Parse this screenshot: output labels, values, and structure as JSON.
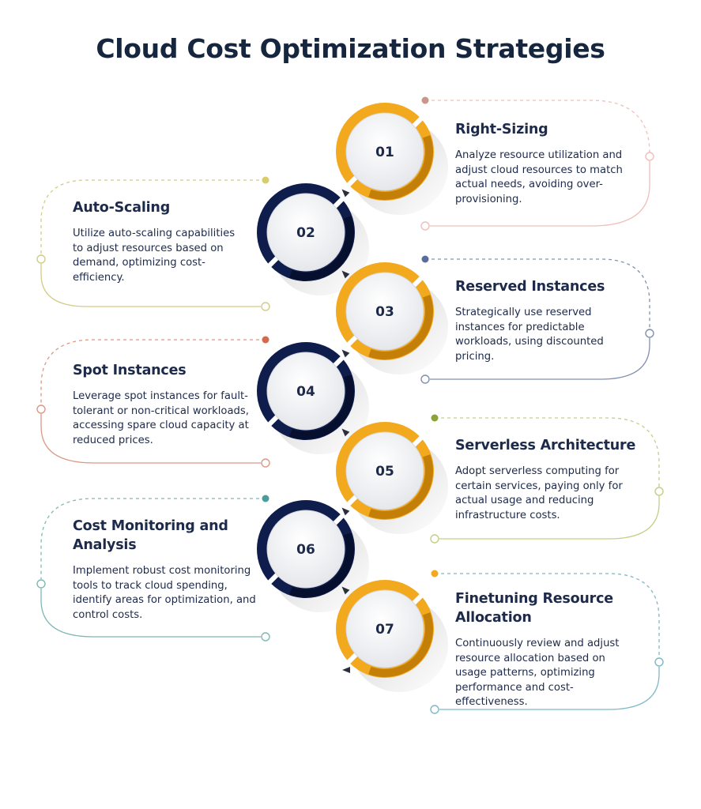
{
  "title": "Cloud Cost Optimization Strategies",
  "steps": [
    {
      "number": "01",
      "heading": "Right-Sizing",
      "text": "Analyze resource utilization and adjust cloud resources to match actual needs, avoiding over-provisioning.",
      "ring": "#f2a91e",
      "ring_dark": "#c47f08",
      "accent": "#c7978b",
      "line": "#efbfba"
    },
    {
      "number": "02",
      "heading": "Auto-Scaling",
      "text": "Utilize auto-scaling capabilities to adjust resources based on demand, optimizing cost-efficiency.",
      "ring": "#0f1d4c",
      "ring_dark": "#06102e",
      "accent": "#d9cd6a",
      "line": "#d3cb86"
    },
    {
      "number": "03",
      "heading": "Reserved Instances",
      "text": "Strategically use reserved instances for predictable workloads, using discounted pricing.",
      "ring": "#f2a91e",
      "ring_dark": "#c47f08",
      "accent": "#5a6d9a",
      "line": "#8090b2"
    },
    {
      "number": "04",
      "heading": "Spot Instances",
      "text": "Leverage spot instances for fault-tolerant or non-critical workloads, accessing spare cloud capacity at reduced prices.",
      "ring": "#0f1d4c",
      "ring_dark": "#06102e",
      "accent": "#d46a4c",
      "line": "#dc9886"
    },
    {
      "number": "05",
      "heading": "Serverless Architecture",
      "text": "Adopt serverless computing for certain services, paying only for actual usage and reducing infrastructure costs.",
      "ring": "#f2a91e",
      "ring_dark": "#c47f08",
      "accent": "#8ca23a",
      "line": "#c3cf86"
    },
    {
      "number": "06",
      "heading": "Cost Monitoring and Analysis",
      "text": "Implement robust cost monitoring tools to track cloud spending, identify areas for optimization, and control costs.",
      "ring": "#0f1d4c",
      "ring_dark": "#06102e",
      "accent": "#4a9c9a",
      "line": "#7fb8b4"
    },
    {
      "number": "07",
      "heading": "Finetuning Resource Allocation",
      "text": "Continuously review and adjust resource allocation based on usage patterns, optimizing performance and cost-effectiveness.",
      "ring": "#f2a91e",
      "ring_dark": "#c47f08",
      "accent": "#f2a91e",
      "line": "#7fb8c6"
    }
  ]
}
